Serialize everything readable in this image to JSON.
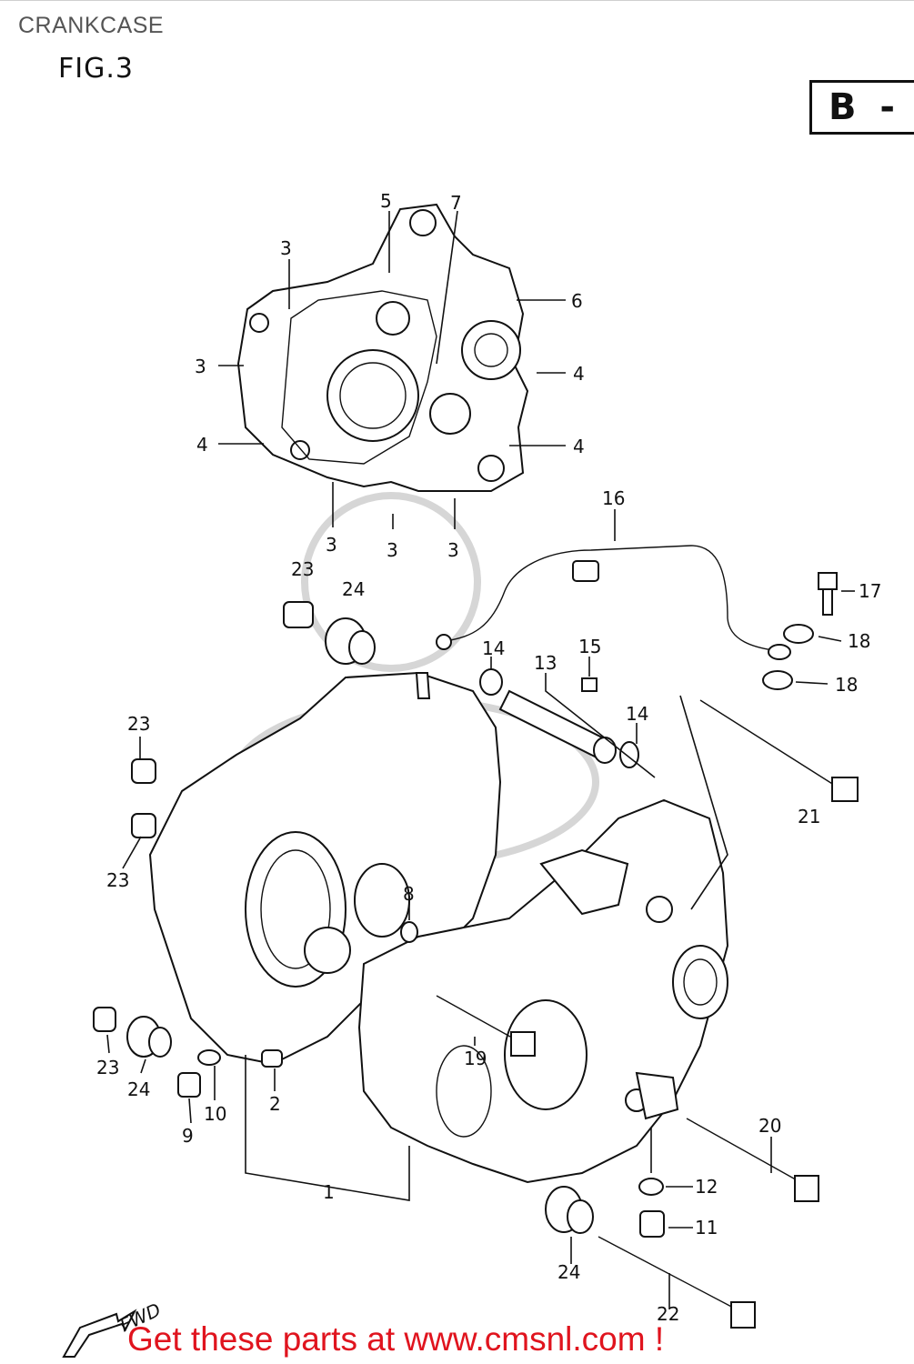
{
  "header": {
    "title": "CRANKCASE",
    "figure": "FIG.3",
    "reference_box": "B -"
  },
  "diagram": {
    "callouts": [
      {
        "id": "c5",
        "text": "5"
      },
      {
        "id": "c7",
        "text": "7"
      },
      {
        "id": "c3a",
        "text": "3"
      },
      {
        "id": "c6",
        "text": "6"
      },
      {
        "id": "c3b",
        "text": "3"
      },
      {
        "id": "c4a",
        "text": "4"
      },
      {
        "id": "c4b",
        "text": "4"
      },
      {
        "id": "c4c",
        "text": "4"
      },
      {
        "id": "c3c",
        "text": "3"
      },
      {
        "id": "c3d",
        "text": "3"
      },
      {
        "id": "c3e",
        "text": "3"
      },
      {
        "id": "c16",
        "text": "16"
      },
      {
        "id": "c23a",
        "text": "23"
      },
      {
        "id": "c24a",
        "text": "24"
      },
      {
        "id": "c17",
        "text": "17"
      },
      {
        "id": "c18a",
        "text": "18"
      },
      {
        "id": "c18b",
        "text": "18"
      },
      {
        "id": "c14a",
        "text": "14"
      },
      {
        "id": "c13",
        "text": "13"
      },
      {
        "id": "c15",
        "text": "15"
      },
      {
        "id": "c14b",
        "text": "14"
      },
      {
        "id": "c23b",
        "text": "23"
      },
      {
        "id": "c23c",
        "text": "23"
      },
      {
        "id": "c21",
        "text": "21"
      },
      {
        "id": "c8",
        "text": "8"
      },
      {
        "id": "c23d",
        "text": "23"
      },
      {
        "id": "c24b",
        "text": "24"
      },
      {
        "id": "c10",
        "text": "10"
      },
      {
        "id": "c9",
        "text": "9"
      },
      {
        "id": "c2",
        "text": "2"
      },
      {
        "id": "c19",
        "text": "19"
      },
      {
        "id": "c20",
        "text": "20"
      },
      {
        "id": "c1",
        "text": "1"
      },
      {
        "id": "c12",
        "text": "12"
      },
      {
        "id": "c11",
        "text": "11"
      },
      {
        "id": "c24c",
        "text": "24"
      },
      {
        "id": "c22",
        "text": "22"
      }
    ],
    "direction_label": "FWD"
  },
  "footer": {
    "banner": "Get these parts at www.cmsnl.com !",
    "banner_color": "#e0141e"
  }
}
